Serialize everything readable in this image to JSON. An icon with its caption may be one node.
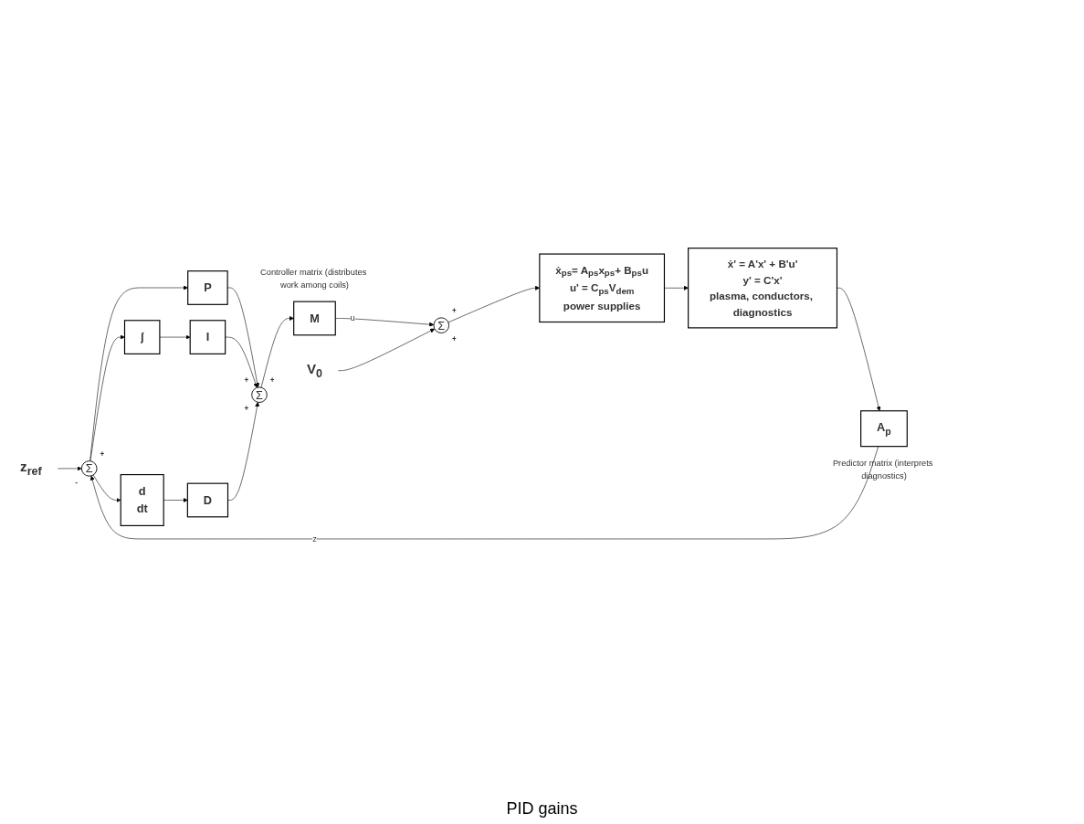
{
  "diagram": {
    "nodes": [
      {
        "text": [
          "z$_{ref}$"
        ]
      },
      {
        "text": [
          "Σ"
        ],
        "beside": [
          "+",
          "-"
        ]
      },
      {
        "text": [
          "P"
        ]
      },
      {
        "text": [
          "∫"
        ]
      },
      {
        "text": [
          "I"
        ]
      },
      {
        "text": [
          "d",
          "dt"
        ]
      },
      {
        "text": [
          "D"
        ]
      },
      {
        "text": [
          "Σ"
        ],
        "beside": [
          "+",
          "+",
          "+"
        ]
      },
      {
        "text": [
          "M"
        ],
        "beside": [
          "Controller matrix (distributes work among coils)"
        ]
      },
      {
        "text": [
          "Σ"
        ],
        "beside": [
          "+",
          "+"
        ]
      },
      {
        "text": [
          "V$_{0}$"
        ]
      },
      {
        "text": [
          "ẋ$_{ps}$= A$_{ps}$x$_{ps}$+ B$_{ps}$u",
          "u' = C$_{ps}$V$_{dem}$",
          "power supplies"
        ]
      },
      {
        "text": [
          "ẋ' = A'x' + B'u'",
          "y' = C'x'",
          "plasma, conductors, diagnostics"
        ]
      },
      {
        "text": [
          "A$_{p}$"
        ],
        "beside": [
          "Predictor matrix (interprets diagnostics)"
        ]
      }
    ],
    "edges": [
      {
        "from": 0,
        "to": 1,
        "arrow": "to"
      },
      {
        "from": 1,
        "to": 2,
        "arrow": "to"
      },
      {
        "from": 1,
        "to": 3,
        "arrow": "to"
      },
      {
        "from": 1,
        "to": 5,
        "arrow": "to"
      },
      {
        "from": 3,
        "to": 4,
        "arrow": "to"
      },
      {
        "from": 5,
        "to": 6,
        "arrow": "to"
      },
      {
        "from": 2,
        "to": 7,
        "arrow": "to"
      },
      {
        "from": 4,
        "to": 7,
        "arrow": "to"
      },
      {
        "from": 6,
        "to": 7,
        "arrow": "to"
      },
      {
        "from": 7,
        "to": 8,
        "arrow": "to"
      },
      {
        "from": 8,
        "to": 9,
        "arrow": "to",
        "label": "u"
      },
      {
        "from": 10,
        "to": 9,
        "arrow": "to"
      },
      {
        "from": 9,
        "to": 11,
        "arrow": "to"
      },
      {
        "from": 11,
        "to": 12,
        "arrow": "to"
      },
      {
        "from": 12,
        "to": 13,
        "arrow": "to"
      },
      {
        "from": 13,
        "to": 1,
        "arrow": "to",
        "label": "z"
      }
    ],
    "labels": [
      "PID gains"
    ]
  }
}
